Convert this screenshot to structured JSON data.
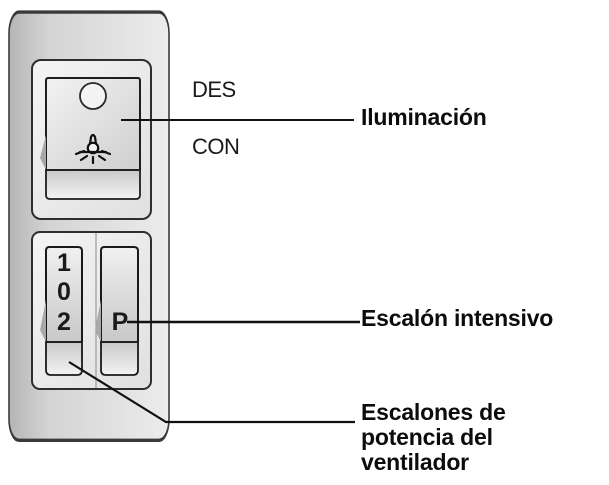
{
  "diagram": {
    "title": "",
    "panel": {
      "switches": [
        {
          "id": "lighting",
          "type": "rocker",
          "symbols": [
            "circle-off",
            "lamp-on"
          ],
          "states": {
            "top": "DES",
            "bottom": "CON"
          },
          "callout": "Iluminación"
        },
        {
          "id": "fan-speed",
          "type": "rocker",
          "digits": [
            "1",
            "0",
            "2"
          ],
          "callout": "Escalones de potencia del ventilador"
        },
        {
          "id": "boost",
          "type": "rocker",
          "digits": [
            "P"
          ],
          "callout": "Escalón intensivo"
        }
      ]
    },
    "labels": {
      "des": "DES",
      "con": "CON",
      "iluminacion": "Iluminación",
      "escalon_intensivo": "Escalón intensivo",
      "escalones_line1": "Escalones de",
      "escalones_line2": "potencia del",
      "escalones_line3": "ventilador"
    },
    "keys": {
      "fan_1": "1",
      "fan_0": "0",
      "fan_2": "2",
      "boost": "P"
    },
    "colors": {
      "panel_light": "#e6e6e6",
      "panel_dark": "#b9b9b9",
      "outline": "#2a2a2a",
      "leader": "#111111"
    }
  }
}
